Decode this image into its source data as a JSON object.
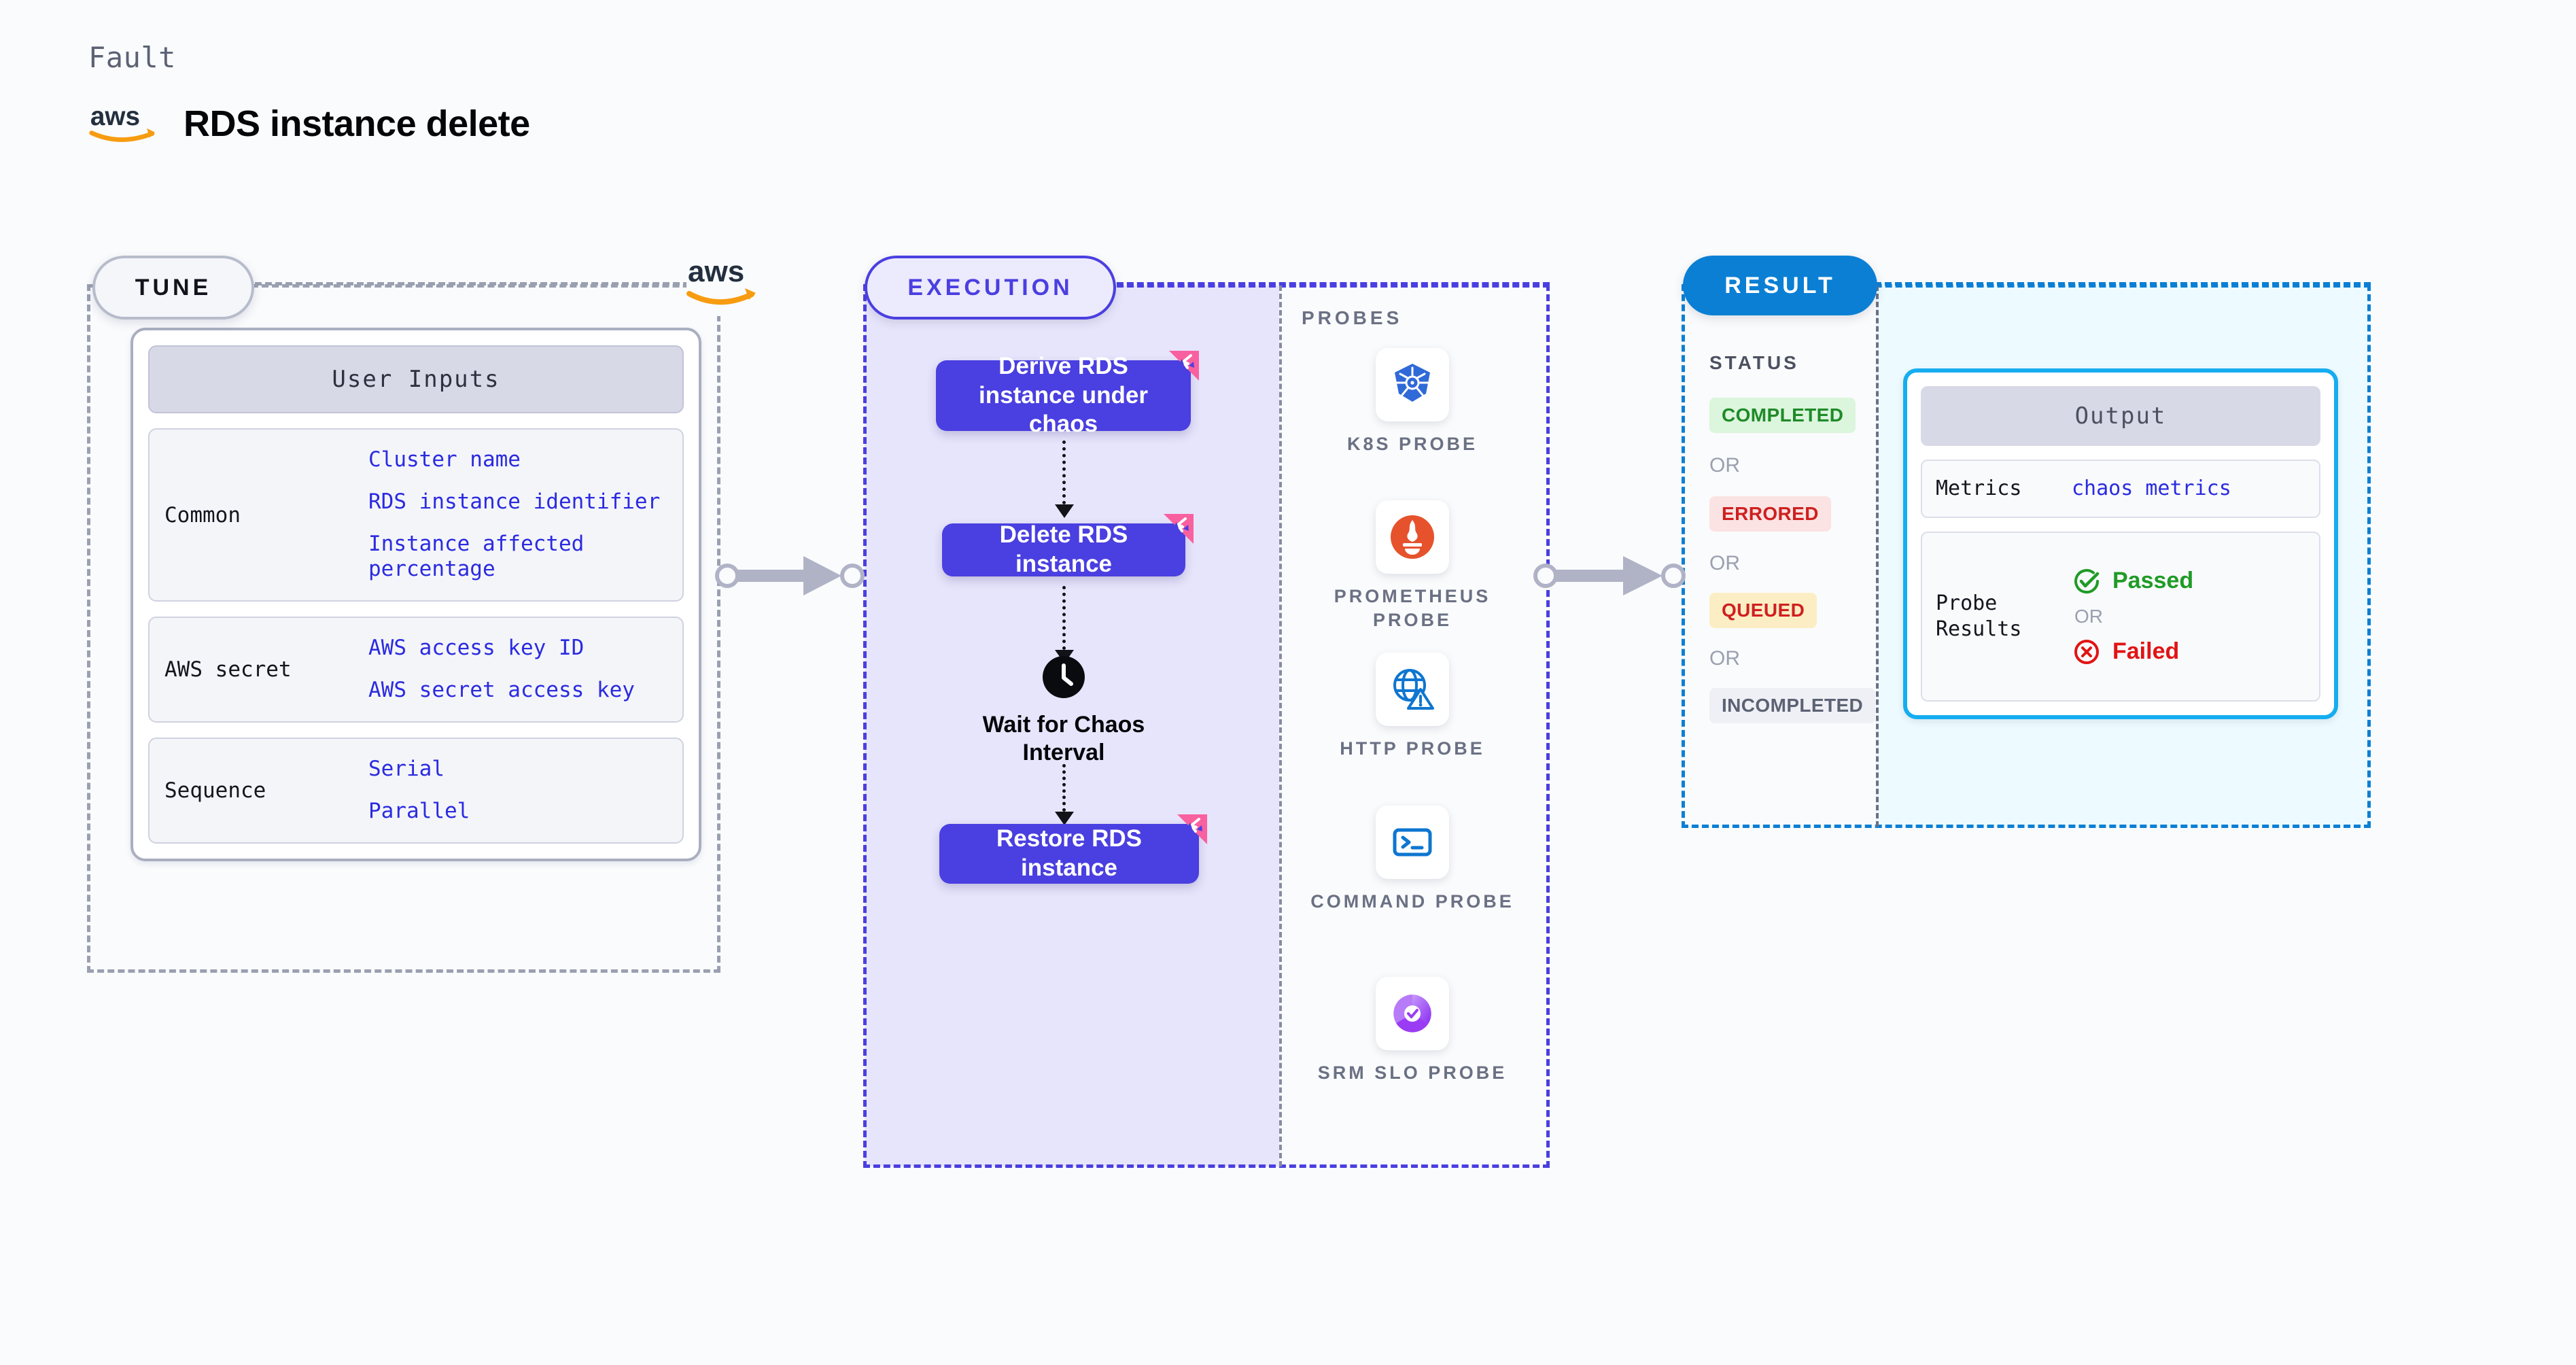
{
  "header": {
    "eyebrow": "Fault",
    "title": "RDS instance delete",
    "logo_icon": "aws-logo-icon"
  },
  "tune": {
    "badge": "TUNE",
    "side_logo_icon": "aws-logo-icon",
    "card": {
      "title": "User Inputs",
      "groups": [
        {
          "label": "Common",
          "values": [
            "Cluster name",
            "RDS instance identifier",
            "Instance affected percentage"
          ]
        },
        {
          "label": "AWS secret",
          "values": [
            "AWS access key ID",
            "AWS secret access key"
          ]
        },
        {
          "label": "Sequence",
          "values": [
            "Serial",
            "Parallel"
          ]
        }
      ]
    }
  },
  "execution": {
    "badge": "EXECUTION",
    "steps": [
      {
        "label": "Derive RDS instance under chaos",
        "type": "task",
        "badge_icon": "chaos-badge-icon"
      },
      {
        "label": "Delete RDS instance",
        "type": "task",
        "badge_icon": "chaos-badge-icon"
      },
      {
        "label": "Wait for Chaos Interval",
        "type": "wait",
        "icon": "clock-icon"
      },
      {
        "label": "Restore RDS instance",
        "type": "task",
        "badge_icon": "chaos-badge-icon"
      }
    ]
  },
  "probes": {
    "title": "PROBES",
    "items": [
      {
        "label": "K8S PROBE",
        "icon": "kubernetes-icon"
      },
      {
        "label": "PROMETHEUS PROBE",
        "icon": "prometheus-icon"
      },
      {
        "label": "HTTP PROBE",
        "icon": "http-globe-warning-icon"
      },
      {
        "label": "COMMAND PROBE",
        "icon": "terminal-icon"
      },
      {
        "label": "SRM SLO PROBE",
        "icon": "srm-slo-icon"
      }
    ]
  },
  "result": {
    "badge": "RESULT",
    "status_title": "STATUS",
    "or_label": "OR",
    "statuses": [
      {
        "label": "COMPLETED",
        "bg": "#dcf5dd",
        "fg": "#1f8a28"
      },
      {
        "label": "ERRORED",
        "bg": "#fbe3e3",
        "fg": "#cf2020"
      },
      {
        "label": "QUEUED",
        "bg": "#fceec4",
        "fg": "#cf2020"
      },
      {
        "label": "INCOMPLETED",
        "bg": "#eff0f5",
        "fg": "#5c6274"
      }
    ],
    "output": {
      "title": "Output",
      "metrics_label": "Metrics",
      "metrics_value": "chaos metrics",
      "probe_results_label": "Probe Results",
      "passed_label": "Passed",
      "failed_label": "Failed",
      "or_label": "OR",
      "passed_icon": "check-circle-icon",
      "failed_icon": "x-circle-icon"
    }
  },
  "colors": {
    "accent_purple": "#4a3fe0",
    "accent_blue": "#0b7fd4",
    "accent_cyan": "#16adf0",
    "value_blue": "#2b2be0",
    "chaos_pink": "#f9609f",
    "aws_orange": "#f79c10",
    "arrow_gray": "#b0b3c6"
  }
}
